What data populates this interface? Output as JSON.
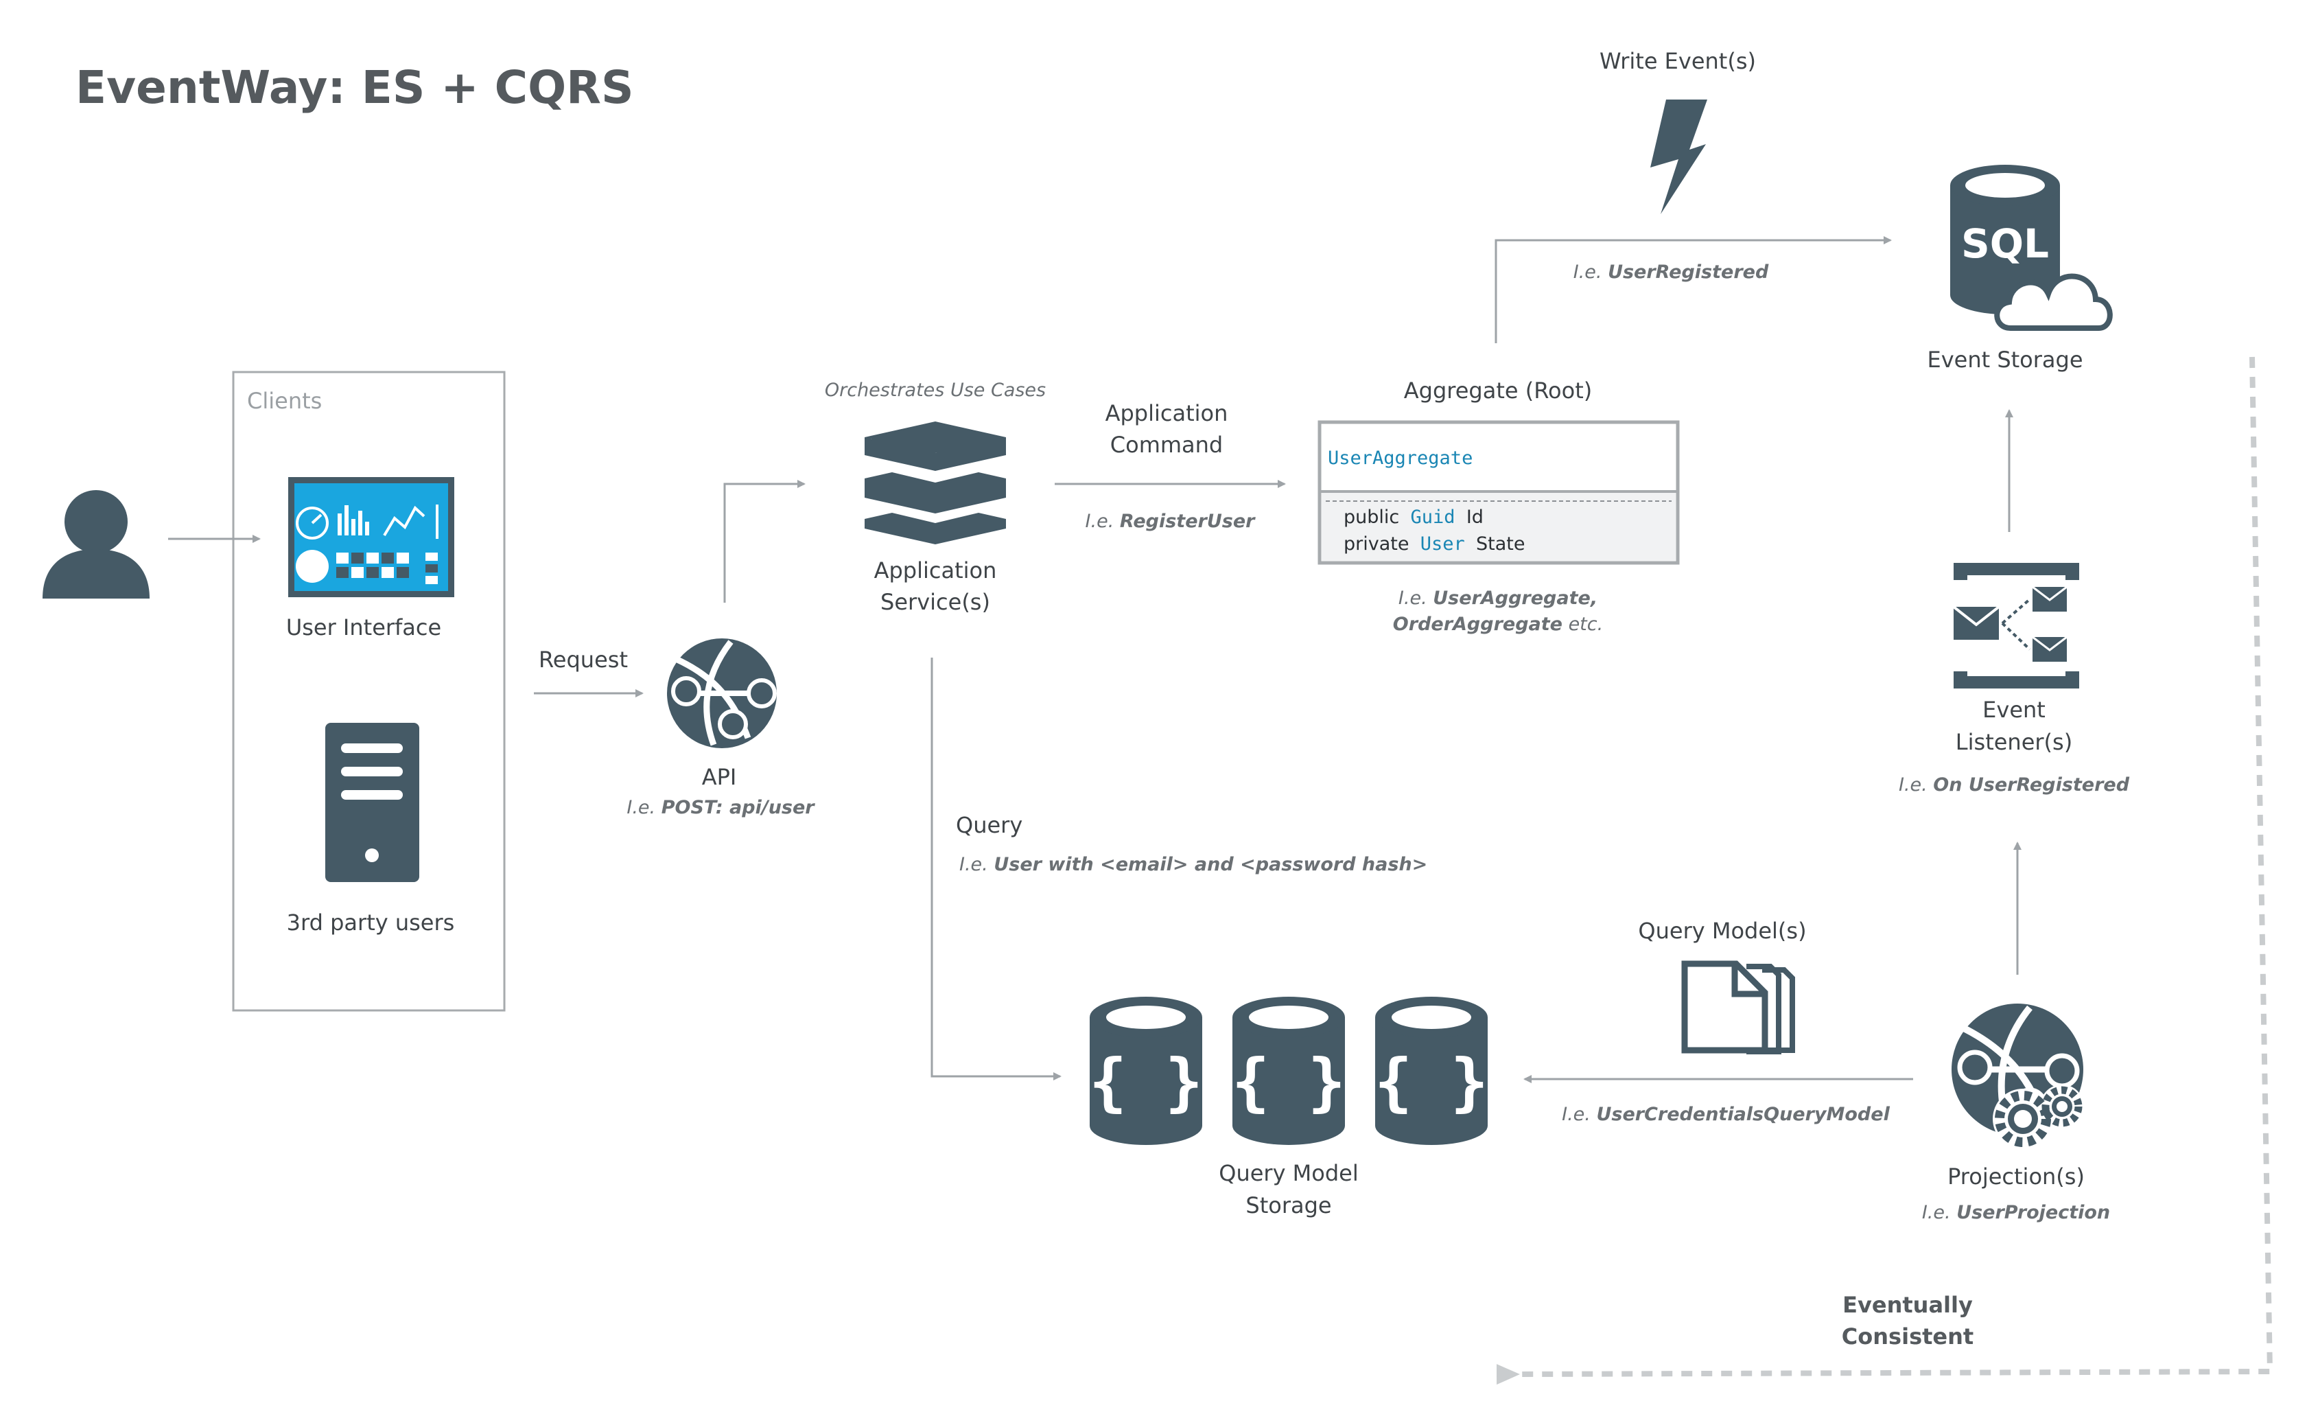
{
  "title": "EventWay: ES + CQRS",
  "clients": {
    "box_label": "Clients",
    "user_interface": "User Interface",
    "third_party": "3rd party users"
  },
  "api": {
    "request_label": "Request",
    "label": "API",
    "example_prefix": "I.e.",
    "example": "POST: api/user"
  },
  "app_service": {
    "caption": "Orchestrates Use Cases",
    "label_line1": "Application",
    "label_line2": "Service(s)"
  },
  "command": {
    "label_line1": "Application",
    "label_line2": "Command",
    "example_prefix": "I.e.",
    "example": "RegisterUser"
  },
  "aggregate": {
    "header": "Aggregate (Root)",
    "class_name": "UserAggregate",
    "field1_mod": "public",
    "field1_type": "Guid",
    "field1_name": "Id",
    "field2_mod": "private",
    "field2_type": "User",
    "field2_name": "State",
    "example_prefix": "I.e.",
    "example_line1": "UserAggregate,",
    "example_line2": "OrderAggregate",
    "example_suffix": "etc."
  },
  "write_event": {
    "label": "Write Event(s)",
    "example_prefix": "I.e.",
    "example": "UserRegistered"
  },
  "event_storage": {
    "label": "Event Storage",
    "sql_text": "SQL"
  },
  "event_listener": {
    "label_line1": "Event",
    "label_line2": "Listener(s)",
    "example_prefix": "I.e.",
    "example": "On UserRegistered"
  },
  "query": {
    "label": "Query",
    "example_prefix": "I.e.",
    "example": "User with <email> and <password hash>"
  },
  "query_model_storage": {
    "label_line1": "Query Model",
    "label_line2": "Storage",
    "glyph": "{ }"
  },
  "query_models": {
    "label": "Query Model(s)",
    "example_prefix": "I.e.",
    "example": "UserCredentialsQueryModel"
  },
  "projection": {
    "label": "Projection(s)",
    "example_prefix": "I.e.",
    "example": "UserProjection"
  },
  "eventually": {
    "line1": "Eventually",
    "line2": "Consistent"
  },
  "colors": {
    "icon": "#455a66",
    "accent_blue": "#1aa6df",
    "arrow": "#9ea3a7",
    "text": "#3f4448"
  }
}
